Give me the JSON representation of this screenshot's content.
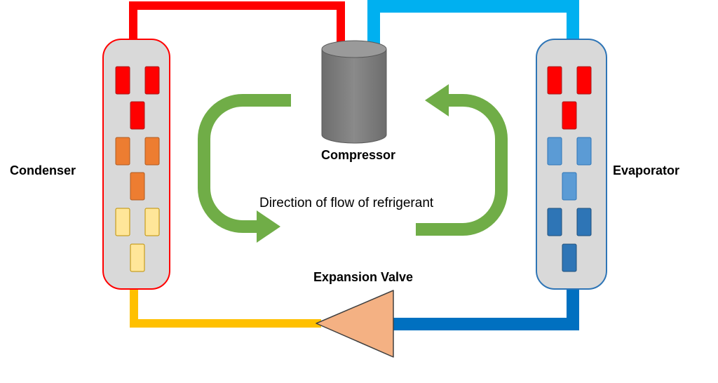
{
  "labels": {
    "condenser": "Condenser",
    "evaporator": "Evaporator",
    "compressor": "Compressor",
    "expansion_valve": "Expansion Valve",
    "flow_direction": "Direction of flow of refrigerant"
  },
  "colors": {
    "hot_line": "#ff0000",
    "cool_line": "#00b0f0",
    "evaporator_outlet_line": "#0070c0",
    "liquid_line": "#ffc000",
    "flow_arrows": "#70ad47",
    "compressor": "#808080",
    "expansion_valve": "#f4b183",
    "condenser_outline": "#ff0000",
    "evaporator_outline": "#2e75b6",
    "coil_body": "#d9d9d9",
    "block_red": "#ff0000",
    "block_orange": "#ed7d31",
    "block_pale_yellow": "#ffe699",
    "block_light_blue": "#5b9bd5",
    "block_dark_blue": "#2e75b6"
  }
}
